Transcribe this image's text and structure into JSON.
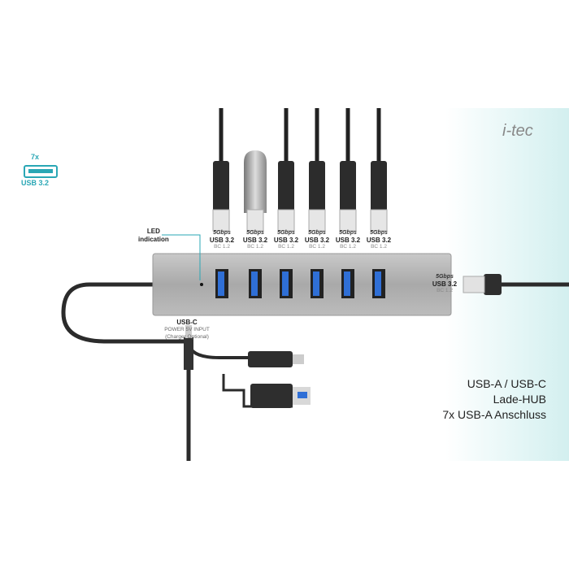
{
  "brand": {
    "logo_text": "i-tec",
    "accent_color": "#2aa7b5"
  },
  "port_badge": {
    "count": "7x",
    "type": "USB 3.2"
  },
  "led": {
    "label_line1": "LED",
    "label_line2": "indication"
  },
  "ports": [
    {
      "speed": "5Gbps",
      "type": "USB 3.2",
      "standard": "BC 1.2"
    },
    {
      "speed": "5Gbps",
      "type": "USB 3.2",
      "standard": "BC 1.2"
    },
    {
      "speed": "5Gbps",
      "type": "USB 3.2",
      "standard": "BC 1.2"
    },
    {
      "speed": "5Gbps",
      "type": "USB 3.2",
      "standard": "BC 1.2"
    },
    {
      "speed": "5Gbps",
      "type": "USB 3.2",
      "standard": "BC 1.2"
    },
    {
      "speed": "5Gbps",
      "type": "USB 3.2",
      "standard": "BC 1.2"
    },
    {
      "speed": "5Gbps",
      "type": "USB 3.2",
      "standard": "BC 1.2"
    }
  ],
  "power": {
    "title": "USB-C",
    "line1": "POWER 5V INPUT",
    "line2": "(Charger Optional)"
  },
  "headline": {
    "line1": "USB-A / USB-C",
    "line2": "Lade-HUB",
    "line3": "7x USB-A Anschluss"
  }
}
